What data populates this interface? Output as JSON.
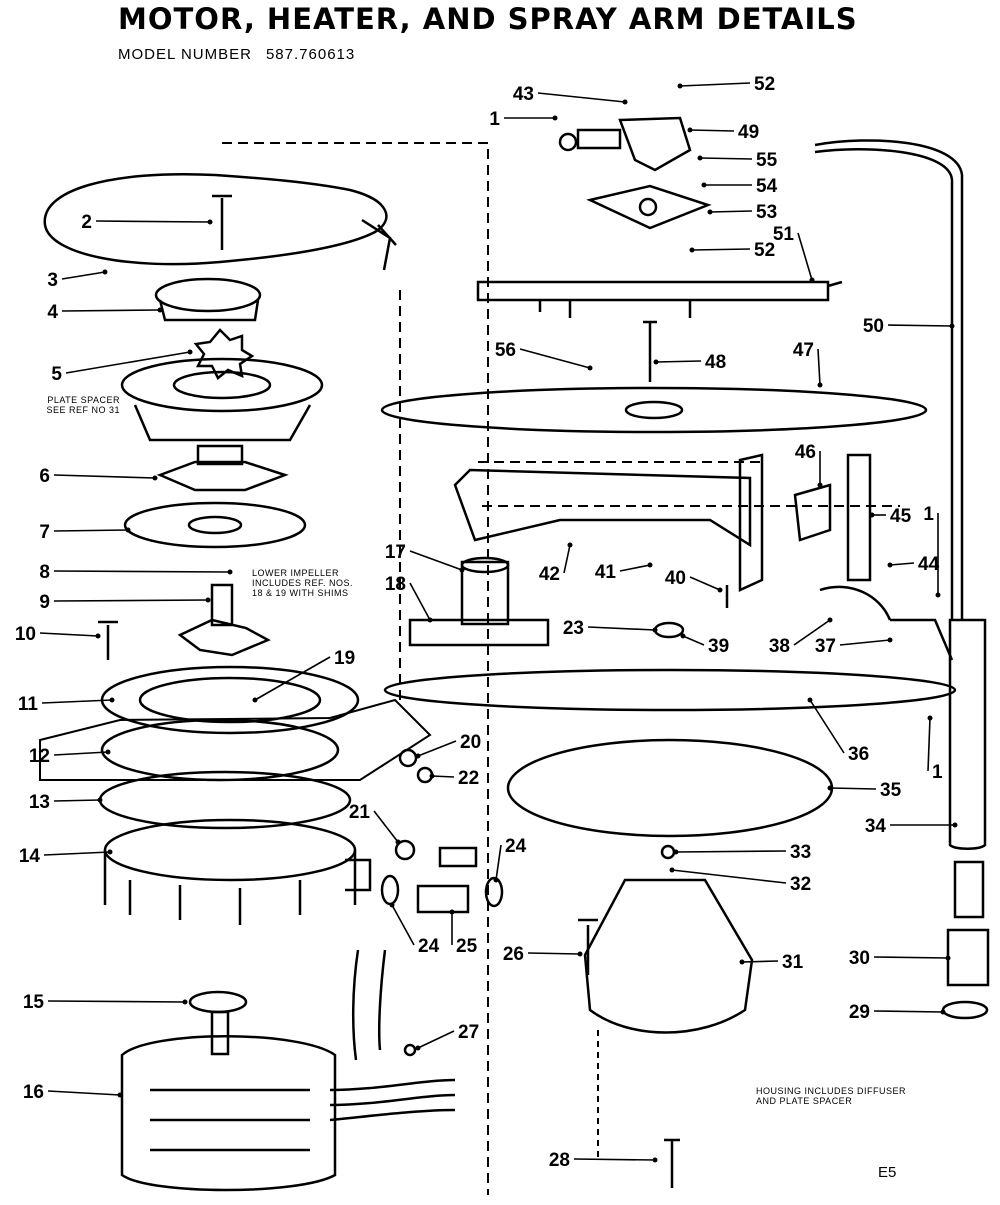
{
  "header": {
    "title": "MOTOR, HEATER, AND SPRAY ARM DETAILS",
    "model_label": "MODEL NUMBER",
    "model_number": "587.760613"
  },
  "notes": {
    "plate_spacer": [
      "PLATE SPACER",
      "SEE REF NO 31"
    ],
    "lower_impeller": [
      "LOWER IMPELLER",
      "INCLUDES REF. NOS.",
      "18 & 19 WITH SHIMS"
    ],
    "housing": [
      "HOUSING INCLUDES DIFFUSER",
      "AND PLATE SPACER"
    ]
  },
  "page_code": "E5",
  "callouts": [
    "1",
    "2",
    "3",
    "4",
    "5",
    "6",
    "7",
    "8",
    "9",
    "10",
    "11",
    "12",
    "13",
    "14",
    "15",
    "16",
    "17",
    "18",
    "19",
    "20",
    "21",
    "22",
    "23",
    "24",
    "25",
    "26",
    "27",
    "28",
    "29",
    "30",
    "31",
    "32",
    "33",
    "34",
    "35",
    "36",
    "37",
    "38",
    "39",
    "40",
    "41",
    "42",
    "43",
    "44",
    "45",
    "46",
    "47",
    "48",
    "49",
    "50",
    "51",
    "52",
    "53",
    "54",
    "55",
    "56"
  ]
}
